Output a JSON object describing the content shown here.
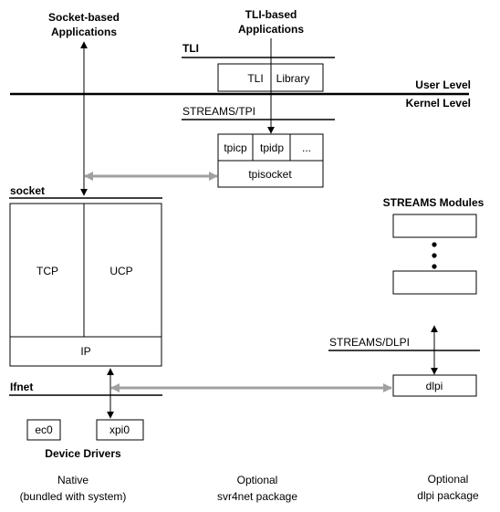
{
  "labels": {
    "socket_apps_1": "Socket-based",
    "socket_apps_2": "Applications",
    "tli_apps_1": "TLI-based",
    "tli_apps_2": "Applications",
    "tli": "TLI",
    "tli_lib_1": "TLI",
    "tli_lib_2": "Library",
    "user_level": "User Level",
    "kernel_level": "Kernel Level",
    "streams_tpi": "STREAMS/TPI",
    "tpicp": "tpicp",
    "tpidp": "tpidp",
    "dots": "...",
    "tpisocket": "tpisocket",
    "socket": "socket",
    "streams_modules": "STREAMS Modules",
    "tcp": "TCP",
    "ucp": "UCP",
    "ip": "IP",
    "streams_dlpi": "STREAMS/DLPI",
    "ifnet": "Ifnet",
    "dlpi": "dlpi",
    "ec0": "ec0",
    "xpi0": "xpi0",
    "device_drivers": "Device Drivers",
    "native_1": "Native",
    "native_2": "(bundled with system)",
    "optional_svr_1": "Optional",
    "optional_svr_2": "svr4net package",
    "optional_dlpi_1": "Optional",
    "optional_dlpi_2": "dlpi package"
  },
  "colors": {
    "line": "#000000",
    "connector": "#a0a0a0",
    "background": "#ffffff"
  }
}
